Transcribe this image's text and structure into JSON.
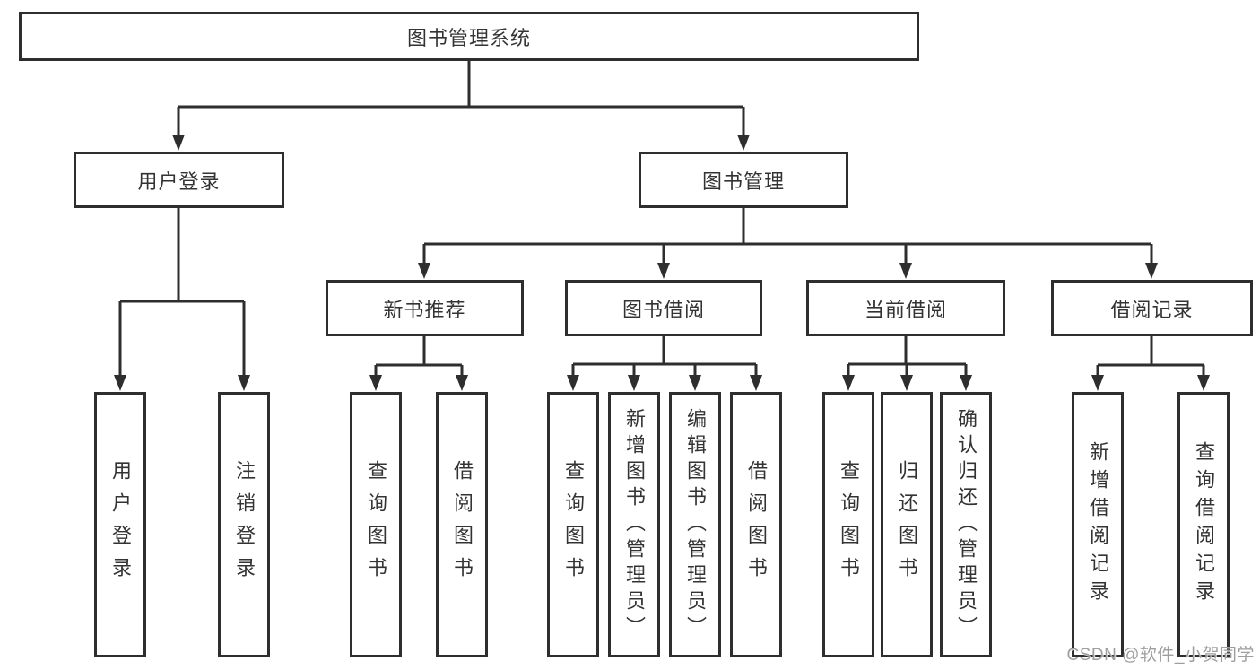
{
  "diagram": {
    "root": {
      "label": "图书管理系统"
    },
    "level2": {
      "user_login": {
        "label": "用户登录"
      },
      "book_mgmt": {
        "label": "图书管理"
      }
    },
    "level3": {
      "new_books": {
        "label": "新书推荐"
      },
      "borrow": {
        "label": "图书借阅"
      },
      "current": {
        "label": "当前借阅"
      },
      "records": {
        "label": "借阅记录"
      }
    },
    "leaves": {
      "user_login_leaf": {
        "label": "用户登录"
      },
      "logout": {
        "label": "注销登录"
      },
      "nb_query": {
        "label": "查询图书"
      },
      "nb_borrow": {
        "label": "借阅图书"
      },
      "bb_query": {
        "label": "查询图书"
      },
      "bb_add": {
        "label": "新增图书（管理员）"
      },
      "bb_edit": {
        "label": "编辑图书（管理员）"
      },
      "bb_borrow": {
        "label": "借阅图书"
      },
      "cur_query": {
        "label": "查询图书"
      },
      "cur_return": {
        "label": "归还图书"
      },
      "cur_confirm": {
        "label": "确认归还（管理员）"
      },
      "rec_add": {
        "label": "新增借阅记录"
      },
      "rec_query": {
        "label": "查询借阅记录"
      }
    },
    "watermark": "CSDN @软件_小贺同学",
    "colors": {
      "line": "#2e2e2e",
      "text": "#333333",
      "watermark": "#9e9e9e",
      "background": "#ffffff"
    }
  }
}
